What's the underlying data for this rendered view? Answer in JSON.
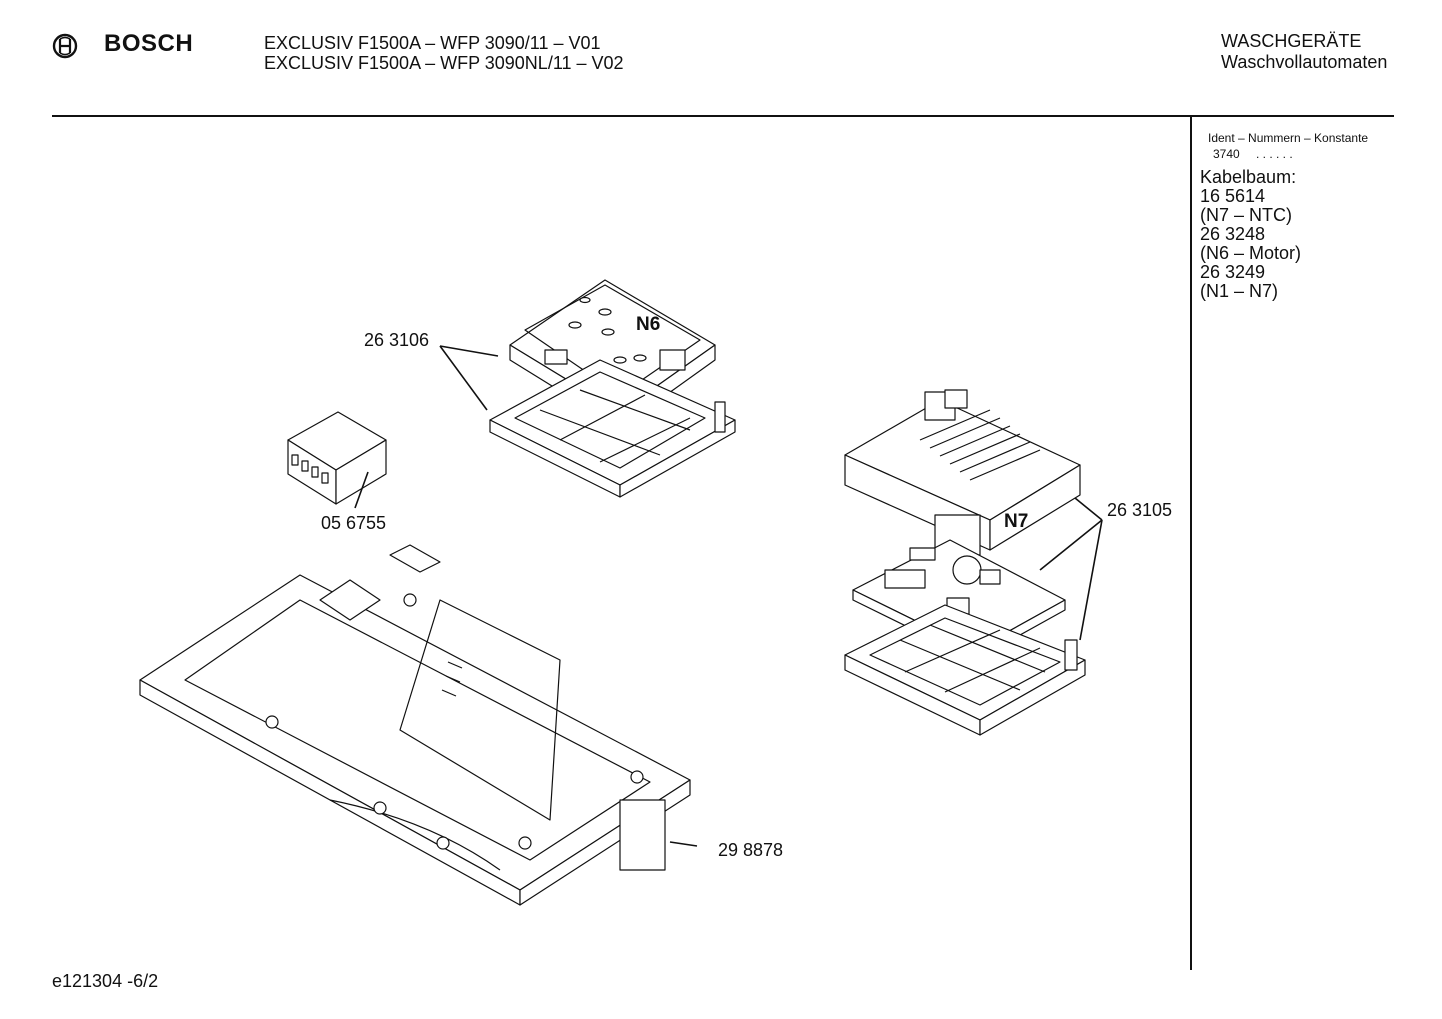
{
  "header": {
    "brand": "BOSCH",
    "model_line_1": "EXCLUSIV F1500A – WFP 3090/11 – V01",
    "model_line_2": "EXCLUSIV F1500A – WFP 3090NL/11 – V02",
    "category": "WASCHGERÄTE",
    "subcategory": "Waschvollautomaten"
  },
  "sidebar": {
    "ident_title": "Ident – Nummern – Konstante",
    "ident_code": "3740",
    "ident_dots": ". .    . . . .",
    "kabel_lines": [
      "Kabelbaum:",
      "16 5614",
      "(N7 – NTC)",
      "26 3248",
      "(N6 – Motor)",
      "26 3249",
      "(N1 – N7)"
    ]
  },
  "diagram": {
    "parts": [
      {
        "number": "26 3106"
      },
      {
        "number": "05 6755"
      },
      {
        "number": "26 3105"
      },
      {
        "number": "29 8878"
      }
    ],
    "tags": [
      "N6",
      "N7"
    ]
  },
  "footer": {
    "doc_id": "e121304 -6/2"
  }
}
